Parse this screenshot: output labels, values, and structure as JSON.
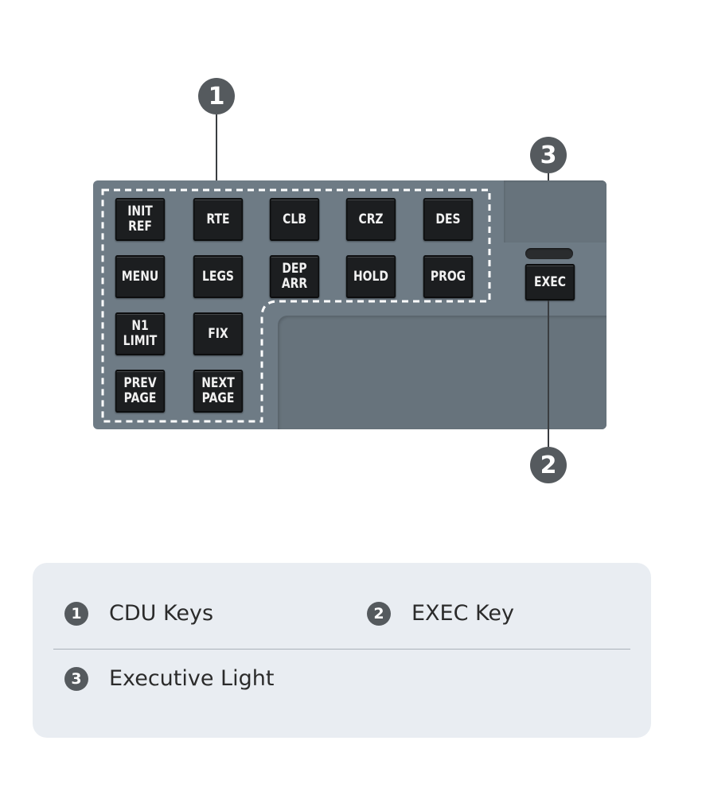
{
  "callouts": [
    {
      "id": "1",
      "label": "1"
    },
    {
      "id": "2",
      "label": "2"
    },
    {
      "id": "3",
      "label": "3"
    }
  ],
  "keys": [
    [
      "INIT",
      "REF"
    ],
    [
      "RTE"
    ],
    [
      "CLB"
    ],
    [
      "CRZ"
    ],
    [
      "DES"
    ],
    [
      "MENU"
    ],
    [
      "LEGS"
    ],
    [
      "DEP",
      "ARR"
    ],
    [
      "HOLD"
    ],
    [
      "PROG"
    ],
    [
      "N1",
      "LIMIT"
    ],
    [
      "FIX"
    ],
    [
      "PREV",
      "PAGE"
    ],
    [
      "NEXT",
      "PAGE"
    ]
  ],
  "exec_key": "EXEC",
  "legend": [
    {
      "num": "1",
      "label": "CDU Keys"
    },
    {
      "num": "2",
      "label": "EXEC Key"
    },
    {
      "num": "3",
      "label": "Executive Light"
    }
  ]
}
